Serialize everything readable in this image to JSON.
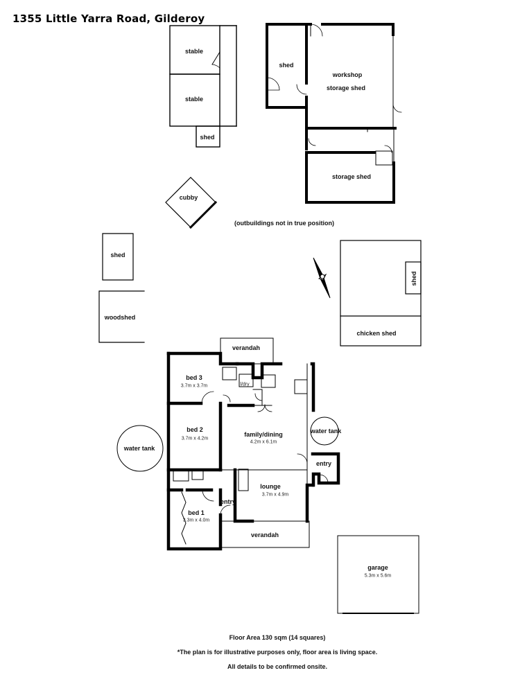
{
  "title": "1355 Little Yarra Road, Gilderoy",
  "outbuildings_note": "(outbuildings not in true position)",
  "rooms": {
    "stable_1": "stable",
    "stable_2": "stable",
    "shed_small": "shed",
    "shed_top": "shed",
    "workshop": "workshop",
    "storage_shed_1": "storage shed",
    "storage_shed_2": "storage shed",
    "cubby": "cubby",
    "shed_left": "shed",
    "woodshed": "woodshed",
    "shed_right": "shed",
    "chicken_shed": "chicken shed",
    "verandah_top": "verandah",
    "bed3": "bed 3",
    "bed3_dim": "3.7m x 3.7m",
    "ldry": "l/dry",
    "bed2": "bed 2",
    "bed2_dim": "3.7m x 4.2m",
    "family": "family/dining",
    "family_dim": "4.2m x 6.1m",
    "water_tank_left": "water tank",
    "water_tank_right": "water tank",
    "entry_right": "entry",
    "entry_left": "entry",
    "lounge": "lounge",
    "lounge_dim": "3.7m x 4.9m",
    "bed1": "bed 1",
    "bed1_dim": "3.3m x 4.0m",
    "verandah_bottom": "verandah",
    "garage": "garage",
    "garage_dim": "5.3m x 5.6m"
  },
  "footer": {
    "floor_area": "Floor Area 130 sqm (14 squares)",
    "disclaimer": "*The plan is for illustrative purposes only, floor area is living space.",
    "confirm": "All details to be confirmed onsite."
  }
}
